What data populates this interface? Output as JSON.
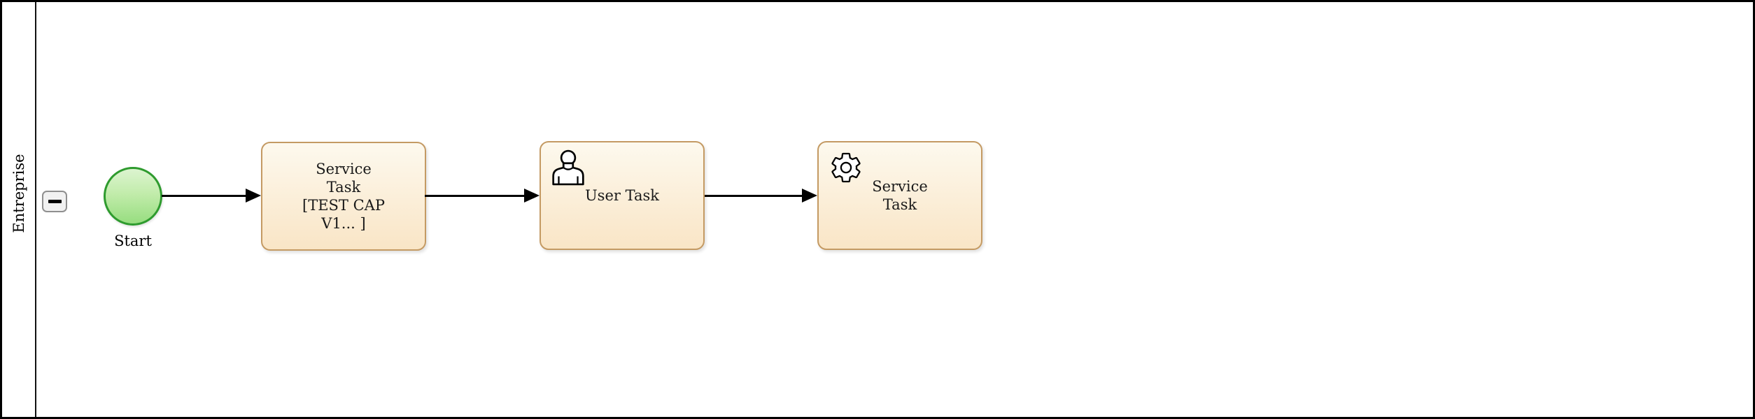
{
  "diagram": {
    "type": "bpmn-process",
    "pool": {
      "lane_label": "Entreprise",
      "collapse_button": "minus"
    },
    "nodes": [
      {
        "id": "start",
        "kind": "start-event",
        "label": "Start"
      },
      {
        "id": "task1",
        "kind": "service-task",
        "label_lines": [
          "Service",
          "Task",
          "[TEST CAP",
          "V1... ]"
        ]
      },
      {
        "id": "task2",
        "kind": "user-task",
        "label": "User Task",
        "icon": "user-icon"
      },
      {
        "id": "task3",
        "kind": "service-task",
        "label_lines": [
          "Service",
          "Task"
        ],
        "icon": "gear-icon"
      }
    ],
    "flows": [
      {
        "from": "start",
        "to": "task1"
      },
      {
        "from": "task1",
        "to": "task2"
      },
      {
        "from": "task2",
        "to": "task3"
      }
    ],
    "colors": {
      "task_border": "#c49a63",
      "task_fill_top": "#fdf9ee",
      "task_fill_bottom": "#f9e5c6",
      "event_border": "#2e9b2e",
      "event_fill_top": "#dcf4d0",
      "event_fill_bottom": "#97dd80",
      "flow_line": "#000000",
      "pool_border": "#000000",
      "collapse_btn_fill": "#f1f1f1",
      "collapse_btn_border": "#8f8f8f"
    }
  }
}
